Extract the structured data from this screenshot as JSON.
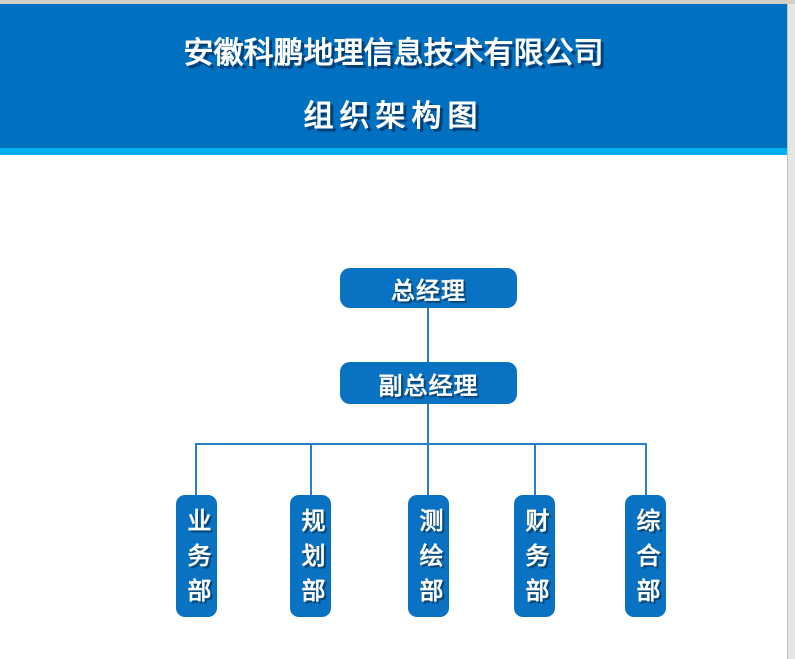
{
  "header": {
    "title": "安徽科鹏地理信息技术有限公司",
    "subtitle": "组织架构图"
  },
  "org_chart": {
    "root_label": "总经理",
    "deputy_label": "副总经理",
    "departments": [
      "业务部",
      "规划部",
      "测绘部",
      "财务部",
      "综合部"
    ]
  },
  "colors": {
    "header_blue": "#0070c0",
    "accent_cyan": "#00b0f0",
    "node_blue": "#0a72c2",
    "connector_blue": "#2a7ec6"
  }
}
